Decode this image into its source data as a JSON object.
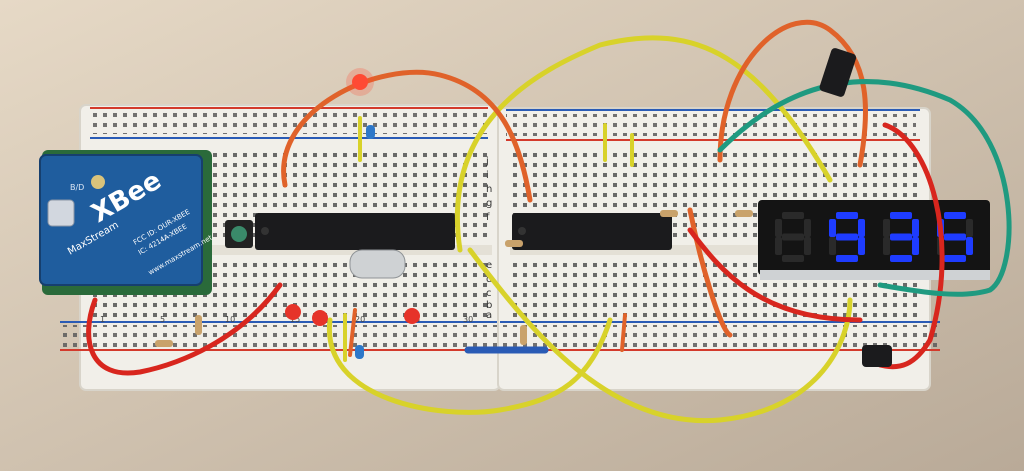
{
  "xbee": {
    "brand": "MaxStream",
    "name": "XBee",
    "fcc": "FCC ID: OUR-XBEE",
    "ic": "IC: 4214A-XBEE",
    "url": "www.maxstream.net",
    "tag": "B/D"
  },
  "display": {
    "digits": [
      "",
      "9",
      "3",
      "5"
    ],
    "color": "#1e3cff"
  },
  "breadboard": {
    "row_letters_top": [
      "j",
      "i",
      "h",
      "g",
      "f"
    ],
    "row_letters_bottom": [
      "e",
      "d",
      "c",
      "b",
      "a"
    ],
    "column_labels": [
      "1",
      "5",
      "10",
      "15",
      "20",
      "25",
      "30"
    ]
  },
  "colors": {
    "board": "#f1efe9",
    "rail_red": "#d33a2c",
    "rail_blue": "#2a5bb5",
    "wire_yellow": "#d8d22a",
    "wire_orange": "#e0622a",
    "wire_red": "#d8261e",
    "wire_green": "#1f9a80",
    "xbee_blue": "#1f5d9e",
    "pcb_green": "#2a6a3a"
  },
  "icons": [
    "led-icon",
    "capacitor-icon",
    "resistor-icon",
    "crystal-icon",
    "chip-icon"
  ]
}
